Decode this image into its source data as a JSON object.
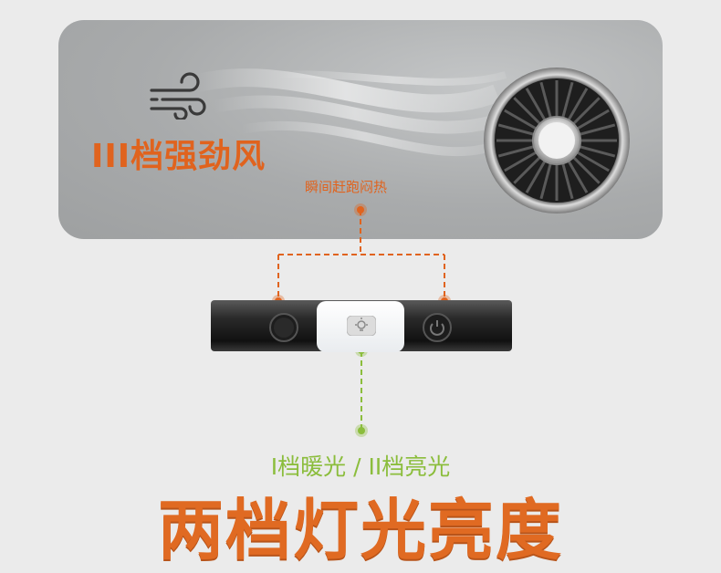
{
  "fan_panel": {
    "title": "III档强劲风",
    "icon": "wind-icon",
    "accent_color": "#e0631e"
  },
  "callouts": {
    "top": "瞬间赶跑闷热",
    "top_color": "#e0631e",
    "bottom": "I档暖光 / II档亮光",
    "bottom_color": "#8bbd3c"
  },
  "device": {
    "left_button_icon": "circle-button-icon",
    "right_button_icon": "power-icon",
    "light_icon": "light-bulb-icon"
  },
  "headline": {
    "text": "两档灯光亮度",
    "color": "#e06a22"
  }
}
